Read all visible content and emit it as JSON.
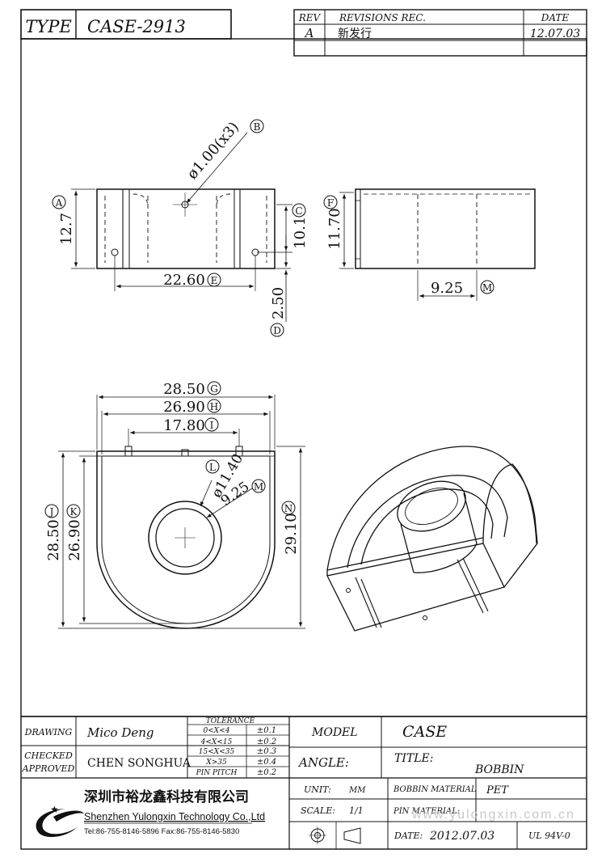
{
  "header": {
    "type_label": "TYPE",
    "type_value": "CASE-2913"
  },
  "revision": {
    "rev_label": "REV",
    "rec_label": "REVISIONS REC.",
    "date_label": "DATE",
    "rev_value": "A",
    "rec_value": "新发行",
    "date_value": "12.07.03"
  },
  "callouts": {
    "A": "A",
    "B": "B",
    "C": "C",
    "D": "D",
    "E": "E",
    "F": "F",
    "G": "G",
    "H": "H",
    "I": "I",
    "J": "J",
    "K": "K",
    "L": "L",
    "M": "M",
    "N": "N"
  },
  "dimensions": {
    "pin_hole": "ø1.00(x3)",
    "height_a": "12.7",
    "height_c": "10.15",
    "width_e": "22.60",
    "pin_d": "2.50",
    "height_f": "11.70",
    "width_m_side": "9.25",
    "width_g": "28.50",
    "width_h": "26.90",
    "width_i": "17.80",
    "height_j": "28.50",
    "height_k": "26.90",
    "dia_l": "ø11.40",
    "dia_m": "9.25",
    "height_n": "29.10"
  },
  "title_block": {
    "drawing_label": "DRAWING",
    "drawing_value": "Mico Deng",
    "checked_label": "CHECKED",
    "approved_label": "APPROVED",
    "checked_value": "CHEN SONGHUA",
    "tolerance_label": "TOLERANCE",
    "tolerance_rows": [
      {
        "range": "0<X<4",
        "value": "±0.1"
      },
      {
        "range": "4<X<15",
        "value": "±0.2"
      },
      {
        "range": "15<X<35",
        "value": "±0.3"
      },
      {
        "range": "X>35",
        "value": "±0.4"
      },
      {
        "range": "PIN PITCH",
        "value": "±0.2"
      }
    ],
    "model_label": "MODEL",
    "model_value": "CASE",
    "angle_label": "ANGLE:",
    "title_label": "TITLE:",
    "title_value": "BOBBIN",
    "unit_label": "UNIT:",
    "unit_value": "MM",
    "scale_label": "SCALE:",
    "scale_value": "1/1",
    "bobbin_material_label": "BOBBIN MATERIAL",
    "bobbin_material_value": "PET",
    "pin_material_label": "PIN MATERIAL:",
    "date_label": "DATE:",
    "date_value": "2012.07.03",
    "rating": "UL 94V-0",
    "watermark": "www.yulongxin.com.cn"
  },
  "company": {
    "name_cn": "深圳市裕龙鑫科技有限公司",
    "name_en": "Shenzhen Yulongxin Technology Co.,Ltd",
    "contact": "Tel:86-755-8146-5896  Fax:86-755-8146-5830"
  }
}
